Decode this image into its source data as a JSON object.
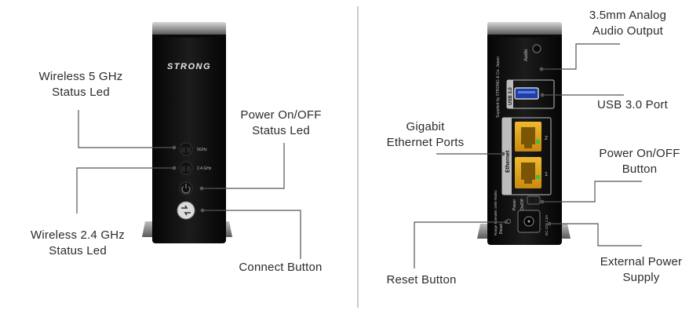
{
  "brand": "STRONG",
  "front": {
    "led_5ghz_text": "5GHz",
    "led_24ghz_text": "2.4 GHz",
    "labels": {
      "wireless_5": [
        "Wireless 5 GHz",
        "Status Led"
      ],
      "power_led": [
        "Power On/OFF",
        "Status Led"
      ],
      "wireless_24": [
        "Wireless 2.4 GHz",
        "Status Led"
      ],
      "connect": [
        "Connect Button"
      ]
    }
  },
  "back": {
    "audio_text": "Audio",
    "usb_text": "USB 3.0",
    "ethernet_text": "Ethernet",
    "port_1": "1",
    "port_2": "2",
    "power_text": "Power",
    "onoff_text": "On/Off",
    "reset_text": "Reset",
    "supplied_text": "Supplied by STRONG & Co. Japan",
    "range_text": "Range Extender 1000 Wahts",
    "dc_text": "DC 12V 1.5A",
    "labels": {
      "audio": [
        "3.5mm Analog",
        "Audio Output"
      ],
      "usb": [
        "USB 3.0 Port"
      ],
      "ethernet": [
        "Gigabit",
        "Ethernet Ports"
      ],
      "power_button": [
        "Power On/OFF",
        "Button"
      ],
      "reset": [
        "Reset Button"
      ],
      "external_power": [
        "External Power",
        "Supply"
      ]
    }
  }
}
